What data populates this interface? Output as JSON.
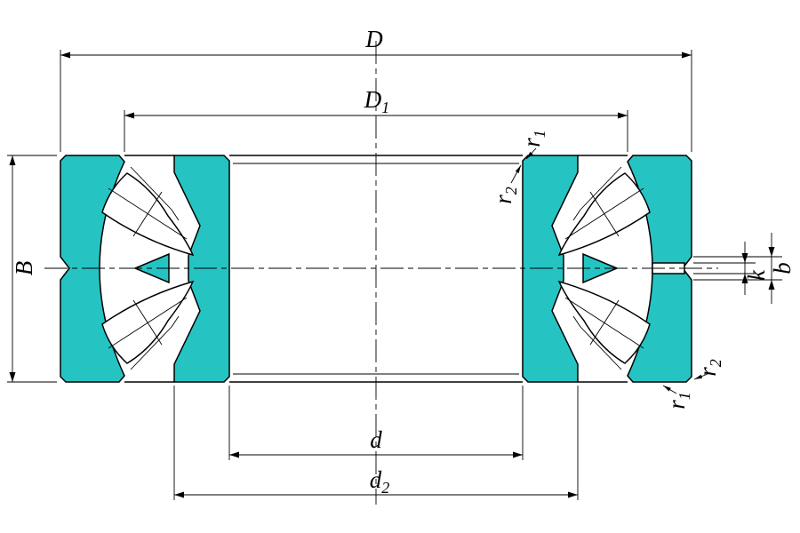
{
  "colors": {
    "ring_fill": "#26c3c3",
    "line": "#000000",
    "background": "#ffffff"
  },
  "labels": {
    "outer_diameter": {
      "base": "D",
      "sub": ""
    },
    "d1": {
      "base": "D",
      "sub": "1"
    },
    "width": {
      "base": "B",
      "sub": ""
    },
    "bore_diameter": {
      "base": "d",
      "sub": ""
    },
    "d2": {
      "base": "d",
      "sub": "2"
    },
    "r1_top": {
      "base": "r",
      "sub": "1"
    },
    "r2_top": {
      "base": "r",
      "sub": "2"
    },
    "groove_k": {
      "base": "k",
      "sub": ""
    },
    "groove_b": {
      "base": "b",
      "sub": ""
    },
    "r2_bottom": {
      "base": "r",
      "sub": "2"
    },
    "r1_bottom": {
      "base": "r",
      "sub": "1"
    }
  }
}
